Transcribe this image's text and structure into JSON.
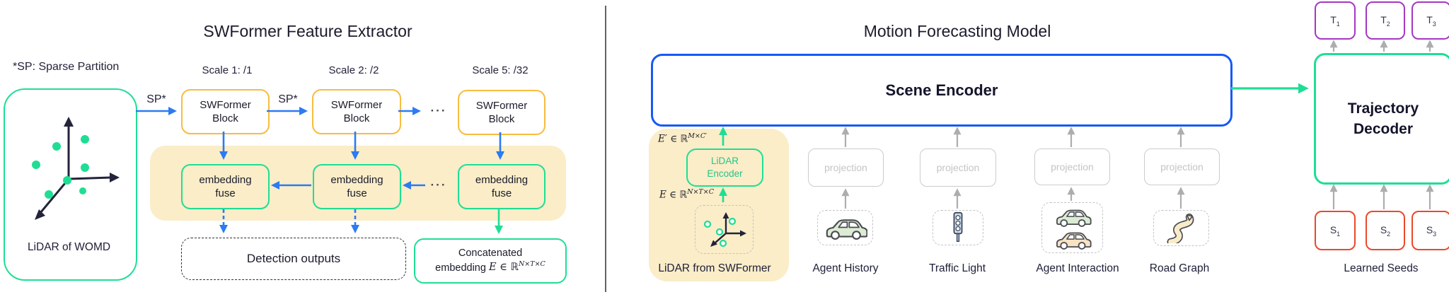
{
  "colors": {
    "green_accent": "#1fde94",
    "yellow_border": "#f8bc3e",
    "blue_arrow": "#2b7bf3",
    "scene_blue": "#1659f5",
    "cream_band": "#faedc8",
    "purple": "#a637c2",
    "red": "#e9492b",
    "gray_arrow": "#adadad",
    "dark_text": "#1b1b2b"
  },
  "left": {
    "title": "SWFormer Feature Extractor",
    "legend": "*SP: Sparse Partition",
    "lidar_caption": "LiDAR of WOMD",
    "lidar_icon": "point-cloud-axes-icon",
    "scales": [
      "Scale 1: /1",
      "Scale 2: /2",
      "Scale 5: /32"
    ],
    "sp_arrow_label": "SP*",
    "block_line1": "SWFormer",
    "block_line2": "Block",
    "fuse_line1": "embedding",
    "fuse_line2": "fuse",
    "dots": "···",
    "detection_label": "Detection outputs",
    "concat_line1": "Concatenated",
    "concat_line2_pre": "embedding ",
    "concat_math_base": "E ∈ ℝ",
    "concat_math_sup": "N×T×C"
  },
  "right": {
    "title": "Motion Forecasting Model",
    "scene_encoder": "Scene Encoder",
    "decoder_line1": "Trajectory",
    "decoder_line2": "Decoder",
    "lidar_branch": {
      "eprime_base": "E′ ∈ ℝ",
      "eprime_sup": "M×C′",
      "encoder_line1": "LiDAR",
      "encoder_line2": "Encoder",
      "e_base": "E ∈ ℝ",
      "e_sup": "N×T×C",
      "cloud_icon": "point-cloud-axes-icon",
      "caption": "LiDAR from SWFormer"
    },
    "projection_label": "projection",
    "inputs": [
      {
        "label": "Agent History",
        "icon": "car-icon"
      },
      {
        "label": "Traffic Light",
        "icon": "traffic-light-icon"
      },
      {
        "label": "Agent Interaction",
        "icon": "two-cars-icon"
      },
      {
        "label": "Road Graph",
        "icon": "winding-road-icon"
      }
    ],
    "trajectories": [
      {
        "base": "T",
        "sub": "1"
      },
      {
        "base": "T",
        "sub": "2"
      },
      {
        "base": "T",
        "sub": "3"
      }
    ],
    "seeds": [
      {
        "base": "S",
        "sub": "1"
      },
      {
        "base": "S",
        "sub": "2"
      },
      {
        "base": "S",
        "sub": "3"
      }
    ],
    "seeds_caption": "Learned Seeds"
  }
}
